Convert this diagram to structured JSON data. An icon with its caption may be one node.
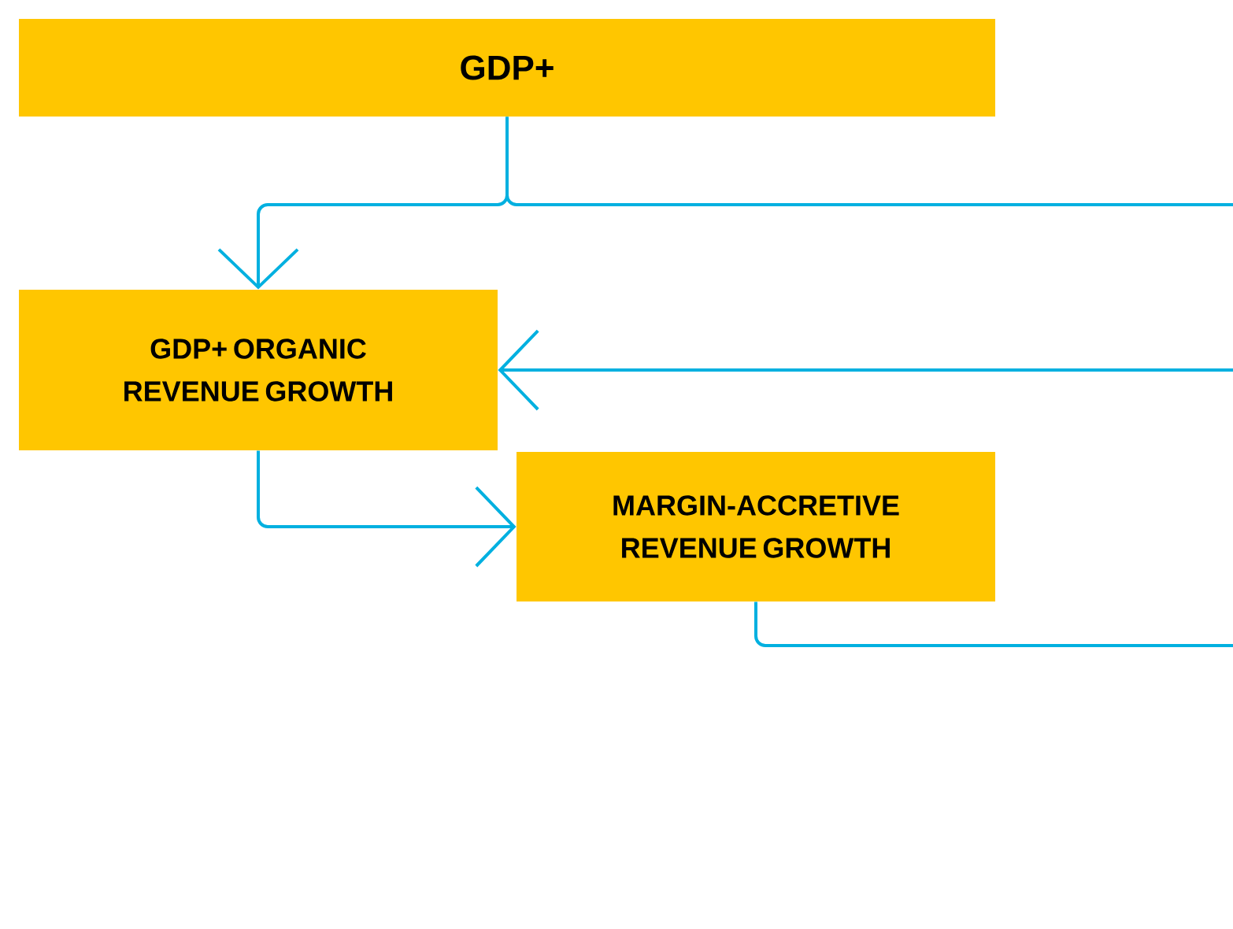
{
  "diagram": {
    "nodes": [
      {
        "text": [
          "GDP+"
        ]
      },
      {
        "text": [
          "GDP+ ORGANIC REVENUE GROWTH"
        ]
      },
      {
        "text": [
          "MARGIN-ACCRETIVE REVENUE GROWTH"
        ]
      }
    ],
    "edges": [
      {
        "from": 0,
        "to": 1,
        "arrow": "to"
      },
      {
        "from": 0,
        "to": null,
        "arrow": "none"
      },
      {
        "from": null,
        "to": 1,
        "arrow": "to"
      },
      {
        "from": 1,
        "to": 2,
        "arrow": "to"
      },
      {
        "from": 2,
        "to": null,
        "arrow": "none"
      }
    ]
  }
}
